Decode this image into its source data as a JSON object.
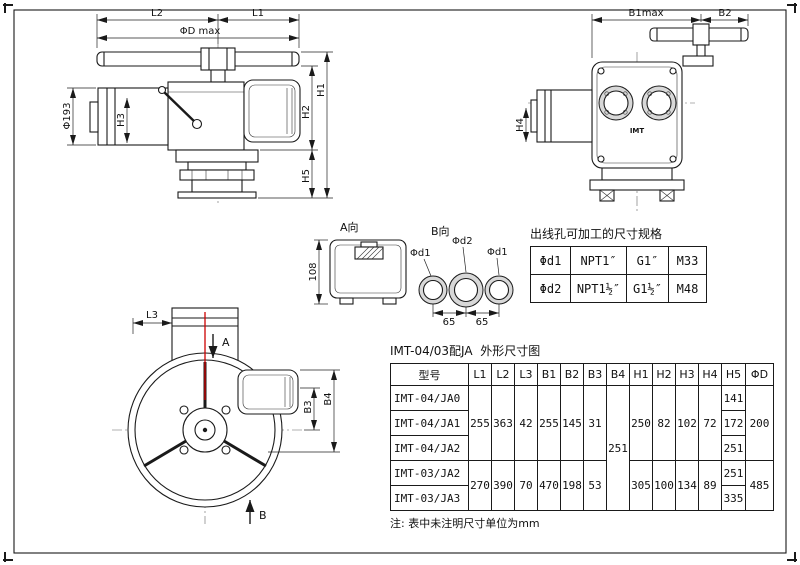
{
  "colors": {
    "line": "#1a1a1a",
    "centerline_red": "#cc0000"
  },
  "front_view": {
    "L2": "L2",
    "L1": "L1",
    "phiD_max": "ΦD max",
    "phi193": "Φ193",
    "H3": "H3",
    "H2": "H2",
    "H1": "H1",
    "H5": "H5"
  },
  "side_view": {
    "B1max": "B1max",
    "B2": "B2",
    "H4": "H4",
    "body_label": "IMT"
  },
  "a_view": {
    "label": "A向",
    "height_dim": "108"
  },
  "b_view": {
    "label": "B向",
    "d1_left": "Φd1",
    "d2": "Φd2",
    "d1_right": "Φd1",
    "pitch_left": "65",
    "pitch_right": "65"
  },
  "top_view": {
    "L3": "L3",
    "B3": "B3",
    "B4": "B4",
    "arrow_a": "A",
    "arrow_b": "B"
  },
  "hole_table": {
    "title": "出线孔可加工的尺寸规格",
    "rows": [
      [
        "Φd1",
        "NPT1″",
        "G1″",
        "M33"
      ],
      [
        "Φd2",
        "NPT1½″",
        "G1½″",
        "M48"
      ]
    ]
  },
  "dim_table": {
    "title": "IMT-04/03配JA  外形尺寸图",
    "headers": [
      "型号",
      "L1",
      "L2",
      "L3",
      "B1",
      "B2",
      "B3",
      "B4",
      "H1",
      "H2",
      "H3",
      "H4",
      "H5",
      "ΦD"
    ],
    "b4_shared": "251",
    "groups": [
      {
        "models": [
          "IMT-04/JA0",
          "IMT-04/JA1",
          "IMT-04/JA2"
        ],
        "L1": "255",
        "L2": "363",
        "L3": "42",
        "B1": "255",
        "B2": "145",
        "B3": "31",
        "H1": "250",
        "H2": "82",
        "H3": "102",
        "H4": "72",
        "H5": [
          "141",
          "172",
          "251"
        ],
        "phiD": "200"
      },
      {
        "models": [
          "IMT-03/JA2",
          "IMT-03/JA3"
        ],
        "L1": "270",
        "L2": "390",
        "L3": "70",
        "B1": "470",
        "B2": "198",
        "B3": "53",
        "H1": "305",
        "H2": "100",
        "H3": "134",
        "H4": "89",
        "H5": [
          "251",
          "335"
        ],
        "phiD": "485"
      }
    ]
  },
  "note": "注: 表中未注明尺寸单位为mm"
}
